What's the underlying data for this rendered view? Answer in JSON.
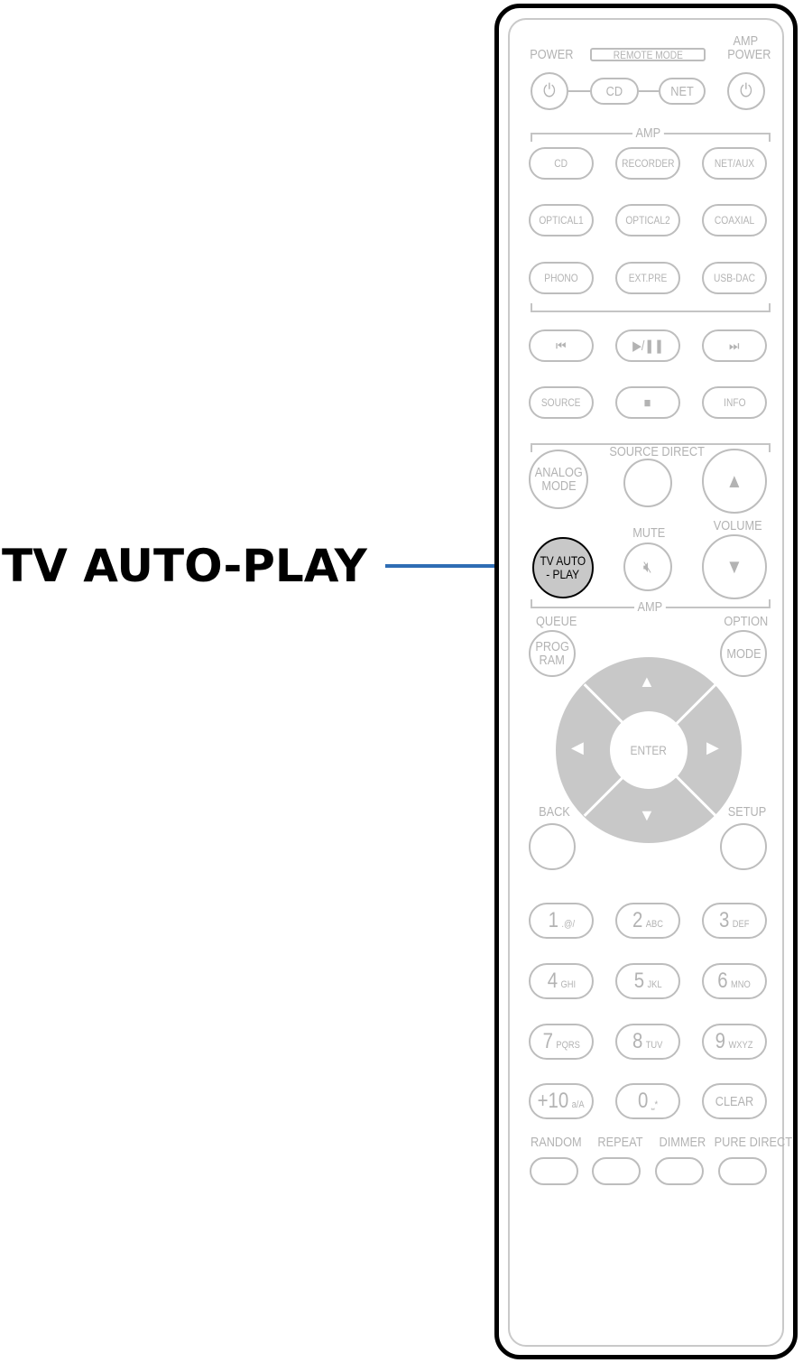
{
  "callout": {
    "label": "TV AUTO-PLAY",
    "line_color": "#2e6db4"
  },
  "remote": {
    "power_label": "POWER",
    "remote_mode_label": "REMOTE MODE",
    "amp_power_label_1": "AMP",
    "amp_power_label_2": "POWER",
    "cd_mode_label": "CD",
    "net_mode_label": "NET",
    "amp_section_label": "AMP",
    "input_buttons": [
      "CD",
      "RECORDER",
      "NET/AUX",
      "OPTICAL1",
      "OPTICAL2",
      "COAXIAL",
      "PHONO",
      "EXT.PRE",
      "USB-DAC"
    ],
    "source_label": "SOURCE",
    "info_label": "INFO",
    "source_direct_label": "SOURCE DIRECT",
    "analog_mode_label_1": "ANALOG",
    "analog_mode_label_2": "MODE",
    "mute_label": "MUTE",
    "volume_label": "VOLUME",
    "tv_auto_play_label_1": "TV AUTO",
    "tv_auto_play_label_2": "- PLAY",
    "amp_section_label_2": "AMP",
    "queue_label": "QUEUE",
    "option_label": "OPTION",
    "program_label_1": "PROG",
    "program_label_2": "RAM",
    "mode_label": "MODE",
    "enter_label": "ENTER",
    "back_label": "BACK",
    "setup_label": "SETUP",
    "keypad": [
      {
        "digit": "1",
        "letters": ".@/"
      },
      {
        "digit": "2",
        "letters": "ABC"
      },
      {
        "digit": "3",
        "letters": "DEF"
      },
      {
        "digit": "4",
        "letters": "GHI"
      },
      {
        "digit": "5",
        "letters": "JKL"
      },
      {
        "digit": "6",
        "letters": "MNO"
      },
      {
        "digit": "7",
        "letters": "PQRS"
      },
      {
        "digit": "8",
        "letters": "TUV"
      },
      {
        "digit": "9",
        "letters": "WXYZ"
      },
      {
        "digit": "+10",
        "letters": "a/A"
      },
      {
        "digit": "0",
        "letters": "⎵*"
      }
    ],
    "clear_label": "CLEAR",
    "bottom_labels": [
      "RANDOM",
      "REPEAT",
      "DIMMER",
      "PURE DIRECT"
    ],
    "highlight_color": "#c8c8c8"
  }
}
